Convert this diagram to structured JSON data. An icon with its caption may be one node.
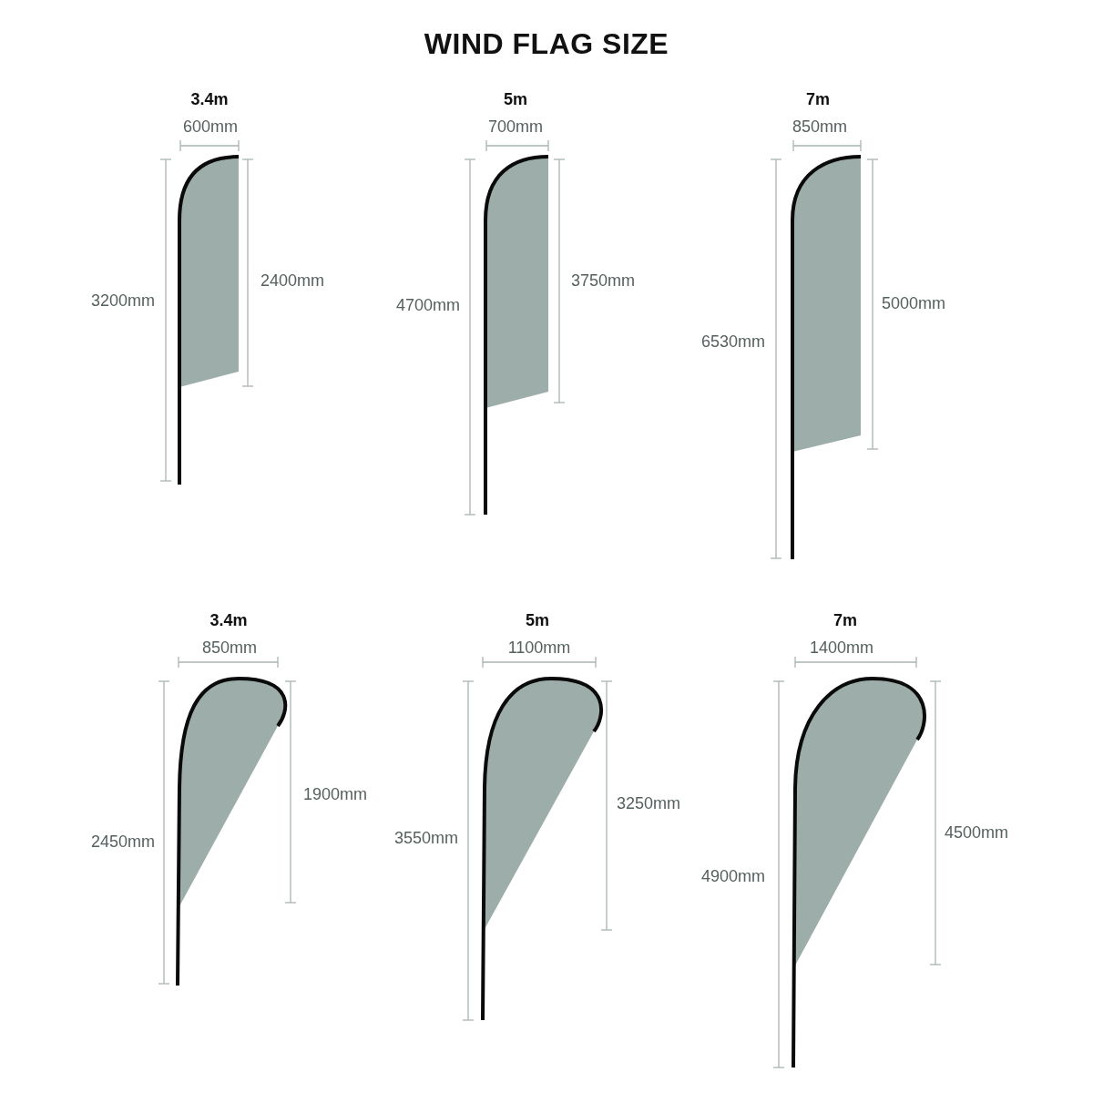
{
  "diagram": {
    "title": "WIND FLAG SIZE",
    "labels": [
      "3.4m",
      "600mm",
      "3200mm",
      "2400mm",
      "5m",
      "700mm",
      "4700mm",
      "3750mm",
      "7m",
      "850mm",
      "6530mm",
      "5000mm",
      "3.4m",
      "850mm",
      "2450mm",
      "1900mm",
      "5m",
      "1100mm",
      "3550mm",
      "3250mm",
      "7m",
      "1400mm",
      "4900mm",
      "4500mm"
    ]
  }
}
